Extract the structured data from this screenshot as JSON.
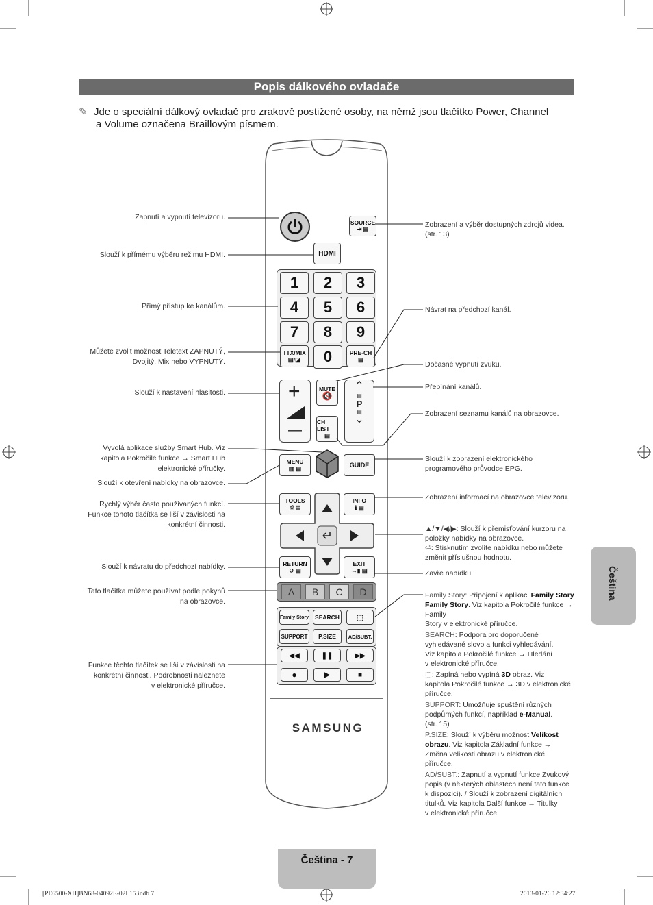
{
  "header": {
    "title": "Popis dálkového ovladače"
  },
  "note": {
    "line1": "Jde o speciální dálkový ovladač pro zrakově postižené osoby, na němž jsou tlačítko Power, Channel",
    "line2": "a Volume označena Braillovým písmem."
  },
  "left_labels": {
    "power": "Zapnutí a vypnutí televizoru.",
    "hdmi": "Slouží k přímému výběru režimu HDMI.",
    "channels": "Přímý přístup ke kanálům.",
    "teletext1": "Můžete zvolit možnost Teletext ZAPNUTÝ,",
    "teletext2": "Dvojitý, Mix nebo VYPNUTÝ.",
    "volume": "Slouží k nastavení hlasitosti.",
    "smarthub1": "Vyvolá aplikace služby Smart Hub. Viz",
    "smarthub2": "kapitola Pokročilé funkce → Smart Hub",
    "smarthub3": "elektronické příručky.",
    "menu": "Slouží k otevření nabídky na obrazovce.",
    "tools1": "Rychlý výběr často používaných funkcí.",
    "tools2": "Funkce tohoto tlačítka se liší v závislosti na",
    "tools3": "konkrétní činnosti.",
    "return": "Slouží k návratu do předchozí nabídky.",
    "color1": "Tato tlačítka můžete používat podle pokynů",
    "color2": "na obrazovce.",
    "media1": "Funkce těchto tlačítek se liší v závislosti na",
    "media2": "konkrétní činnosti. Podrobnosti naleznete",
    "media3": "v elektronické příručce."
  },
  "right_labels": {
    "source1": "Zobrazení a výběr dostupných zdrojů videa.",
    "source2": "(str. 13)",
    "prech": "Návrat na předchozí kanál.",
    "mute": "Dočasné vypnutí zvuku.",
    "channel": "Přepínání kanálů.",
    "chlist": "Zobrazení seznamu kanálů na obrazovce.",
    "guide1": "Slouží k zobrazení elektronického",
    "guide2": "programového průvodce EPG.",
    "info": "Zobrazení informací na obrazovce televizoru.",
    "nav1": "▲/▼/◀/▶: Slouží k přemisťování kurzoru na",
    "nav2": "položky nabídky na obrazovce.",
    "enter1": ": Stisknutím zvolíte nabídku nebo můžete",
    "enter2": "změnit příslušnou hodnotu.",
    "exit": "Zavře nabídku.",
    "fs_label": "Family Story",
    "fs_a": ": Připojení k aplikaci ",
    "fs_b": "Family Story",
    "fs_c": ". Viz kapitola Pokročilé funkce → Family",
    "fs_d": "Story v elektronické příručce.",
    "search_label": "SEARCH",
    "search_a": ": Podpora pro doporučené",
    "search_b": "vyhledávané slovo a funkci vyhledávání.",
    "search_c": "Viz kapitola Pokročilé funkce → Hledání",
    "search_d": "v elektronické příručce.",
    "threed_a": ": Zapíná nebo vypíná ",
    "threed_b": "3D",
    "threed_c": " obraz. Viz",
    "threed_d": "kapitola Pokročilé funkce → 3D v elektronické",
    "threed_e": "příručce.",
    "support_label": "SUPPORT",
    "support_a": ": Umožňuje spuštění různých",
    "support_b": "podpůrných funkcí, například ",
    "support_c": "e-Manual",
    "support_d": ".",
    "support_e": "(str. 15)",
    "psize_label": "P.SIZE",
    "psize_a": ": Slouží k výběru možnost ",
    "psize_b": "Velikost",
    "psize_c": "obrazu",
    "psize_d": ". Viz kapitola Základní funkce →",
    "psize_e": "Změna velikosti obrazu  v elektronické",
    "psize_f": "příručce.",
    "adsubt_label": "AD/SUBT.",
    "adsubt_a": ": Zapnutí a vypnutí funkce Zvukový",
    "adsubt_b": "popis (v některých oblastech není tato funkce",
    "adsubt_c": "k dispozici). / Slouží k zobrazení digitálních",
    "adsubt_d": "titulků. Viz kapitola Další funkce → Titulky",
    "adsubt_e": "v elektronické příručce."
  },
  "remote": {
    "source": "SOURCE",
    "hdmi": "HDMI",
    "digits": [
      "1",
      "2",
      "3",
      "4",
      "5",
      "6",
      "7",
      "8",
      "9"
    ],
    "zero": "0",
    "ttx": "TTX/MIX",
    "prech": "PRE-CH",
    "mute": "MUTE",
    "chlist": "CH LIST",
    "p": "P",
    "plus": "+",
    "minus": "—",
    "menu": "MENU",
    "guide": "GUIDE",
    "tools": "TOOLS",
    "info": "INFO",
    "return": "RETURN",
    "exit": "EXIT",
    "colors": [
      "A",
      "B",
      "C",
      "D"
    ],
    "family": "Family Story",
    "search": "SEARCH",
    "support": "SUPPORT",
    "psize": "P.SIZE",
    "adsubt": "AD/SUBT.",
    "brand": "SAMSUNG"
  },
  "side_tab": "Čeština",
  "footer": {
    "page": "Čeština - 7",
    "file": "[PE6500-XH]BN68-04092E-02L15.indb   7",
    "date": "2013-01-26   12:34:27"
  }
}
